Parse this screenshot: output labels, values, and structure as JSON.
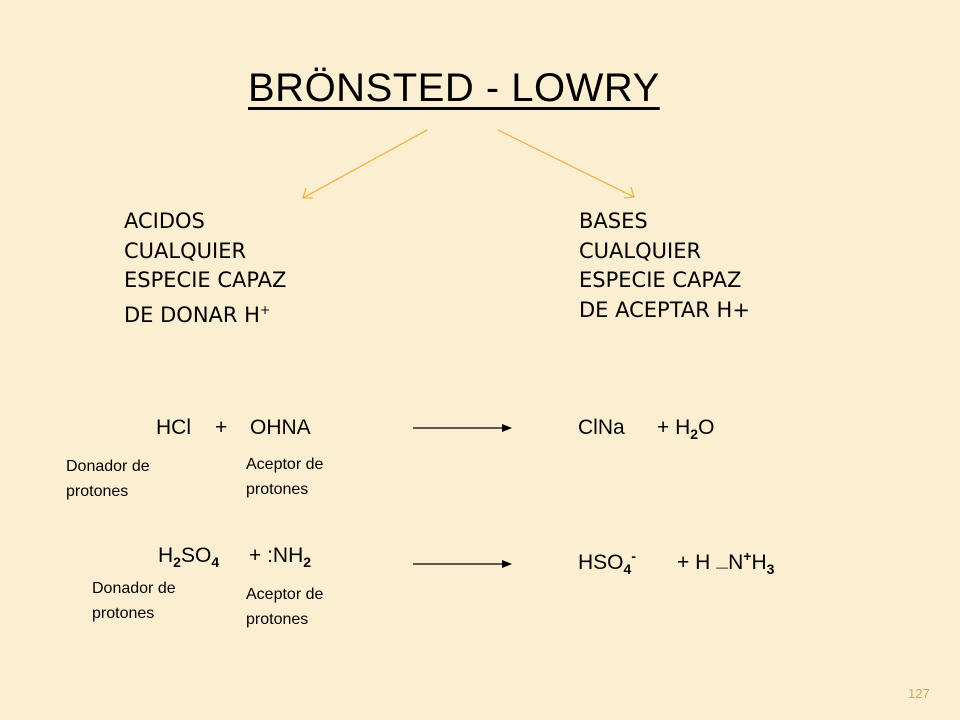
{
  "title": "BRÖNSTED - LOWRY",
  "acids": {
    "heading": "ACIDOS",
    "line1": "CUALQUIER",
    "line2": "ESPECIE CAPAZ",
    "line3": "DE DONAR  H",
    "line3_sup": "+"
  },
  "bases": {
    "heading": "BASES",
    "line1": "CUALQUIER",
    "line2": "ESPECIE CAPAZ",
    "line3": "DE ACEPTAR  H+"
  },
  "reaction1": {
    "reactant1": "HCl",
    "plus": "+",
    "reactant2": "OHNA",
    "product1": "ClNa",
    "product2_prefix": "+  H",
    "product2_sub": "2",
    "product2_suffix": "O",
    "donor_line1": "Donador de",
    "donor_line2": "protones",
    "acceptor_line1": "Aceptor de",
    "acceptor_line2": "protones"
  },
  "reaction2": {
    "reactant1_a": "H",
    "reactant1_sub1": "2",
    "reactant1_b": "SO",
    "reactant1_sub2": "4",
    "reactant2_a": "+ :NH",
    "reactant2_sub": "2",
    "product1_a": "HSO",
    "product1_sub": "4",
    "product1_sup": "-",
    "product2_a": "+ H ",
    "product2_dash": "—",
    "product2_b": "N",
    "product2_sup": "+",
    "product2_c": "H",
    "product2_sub": "3",
    "donor_line1": "Donador de",
    "donor_line2": "protones",
    "acceptor_line1": "Aceptor de",
    "acceptor_line2": "protones"
  },
  "page_number": "127",
  "colors": {
    "background": "#fcefd1",
    "arrow_orange": "#f2b24a",
    "page_number": "#c9a860"
  }
}
